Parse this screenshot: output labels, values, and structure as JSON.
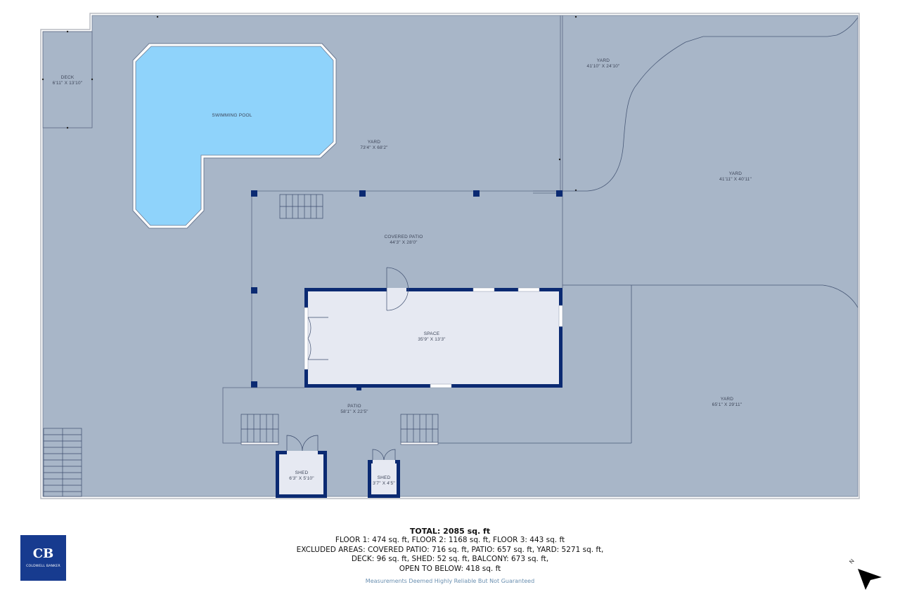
{
  "plan": {
    "colors": {
      "outdoor_fill": "#a8b6c8",
      "pool_fill": "#8fd3fb",
      "interior_fill": "#e6e9f2",
      "wall": "#0b2a72",
      "line": "#4a5a78"
    },
    "rooms": [
      {
        "id": "deck",
        "name": "DECK",
        "dims": "6'11\" X 13'10\""
      },
      {
        "id": "pool",
        "name": "SWIMMING POOL",
        "dims": ""
      },
      {
        "id": "yard_main",
        "name": "YARD",
        "dims": "73'4\" X 68'2\""
      },
      {
        "id": "yard_ne",
        "name": "YARD",
        "dims": "41'10\" X 24'10\""
      },
      {
        "id": "yard_e",
        "name": "YARD",
        "dims": "41'11\" X 40'11\""
      },
      {
        "id": "covered_patio",
        "name": "COVERED PATIO",
        "dims": "44'3\" X 28'0\""
      },
      {
        "id": "space",
        "name": "SPACE",
        "dims": "35'9\" X 13'3\""
      },
      {
        "id": "patio",
        "name": "PATIO",
        "dims": "58'1\" X 22'5\""
      },
      {
        "id": "yard_se",
        "name": "YARD",
        "dims": "65'1\" X 29'11\""
      },
      {
        "id": "shed_1",
        "name": "SHED",
        "dims": "6'3\" X 5'10\""
      },
      {
        "id": "shed_2",
        "name": "SHED",
        "dims": "3'7\" X 4'5\""
      }
    ]
  },
  "summary": {
    "total": "TOTAL: 2085 sq. ft",
    "floors": "FLOOR 1: 474 sq. ft, FLOOR 2: 1168 sq. ft, FLOOR 3: 443 sq. ft",
    "excluded_1": "EXCLUDED AREAS: COVERED PATIO: 716 sq. ft, PATIO: 657 sq. ft, YARD: 5271 sq. ft,",
    "excluded_2": "DECK: 96 sq. ft, SHED: 52 sq. ft, BALCONY: 673 sq. ft,",
    "excluded_3": "OPEN TO BELOW: 418 sq. ft",
    "disclaimer": "Measurements Deemed Highly Reliable But Not Guaranteed"
  },
  "logo": {
    "mark": "CB",
    "brand": "COLDWELL BANKER",
    "color": "#173b8f"
  },
  "compass": {
    "label": "N",
    "icon": "north-arrow-icon"
  }
}
